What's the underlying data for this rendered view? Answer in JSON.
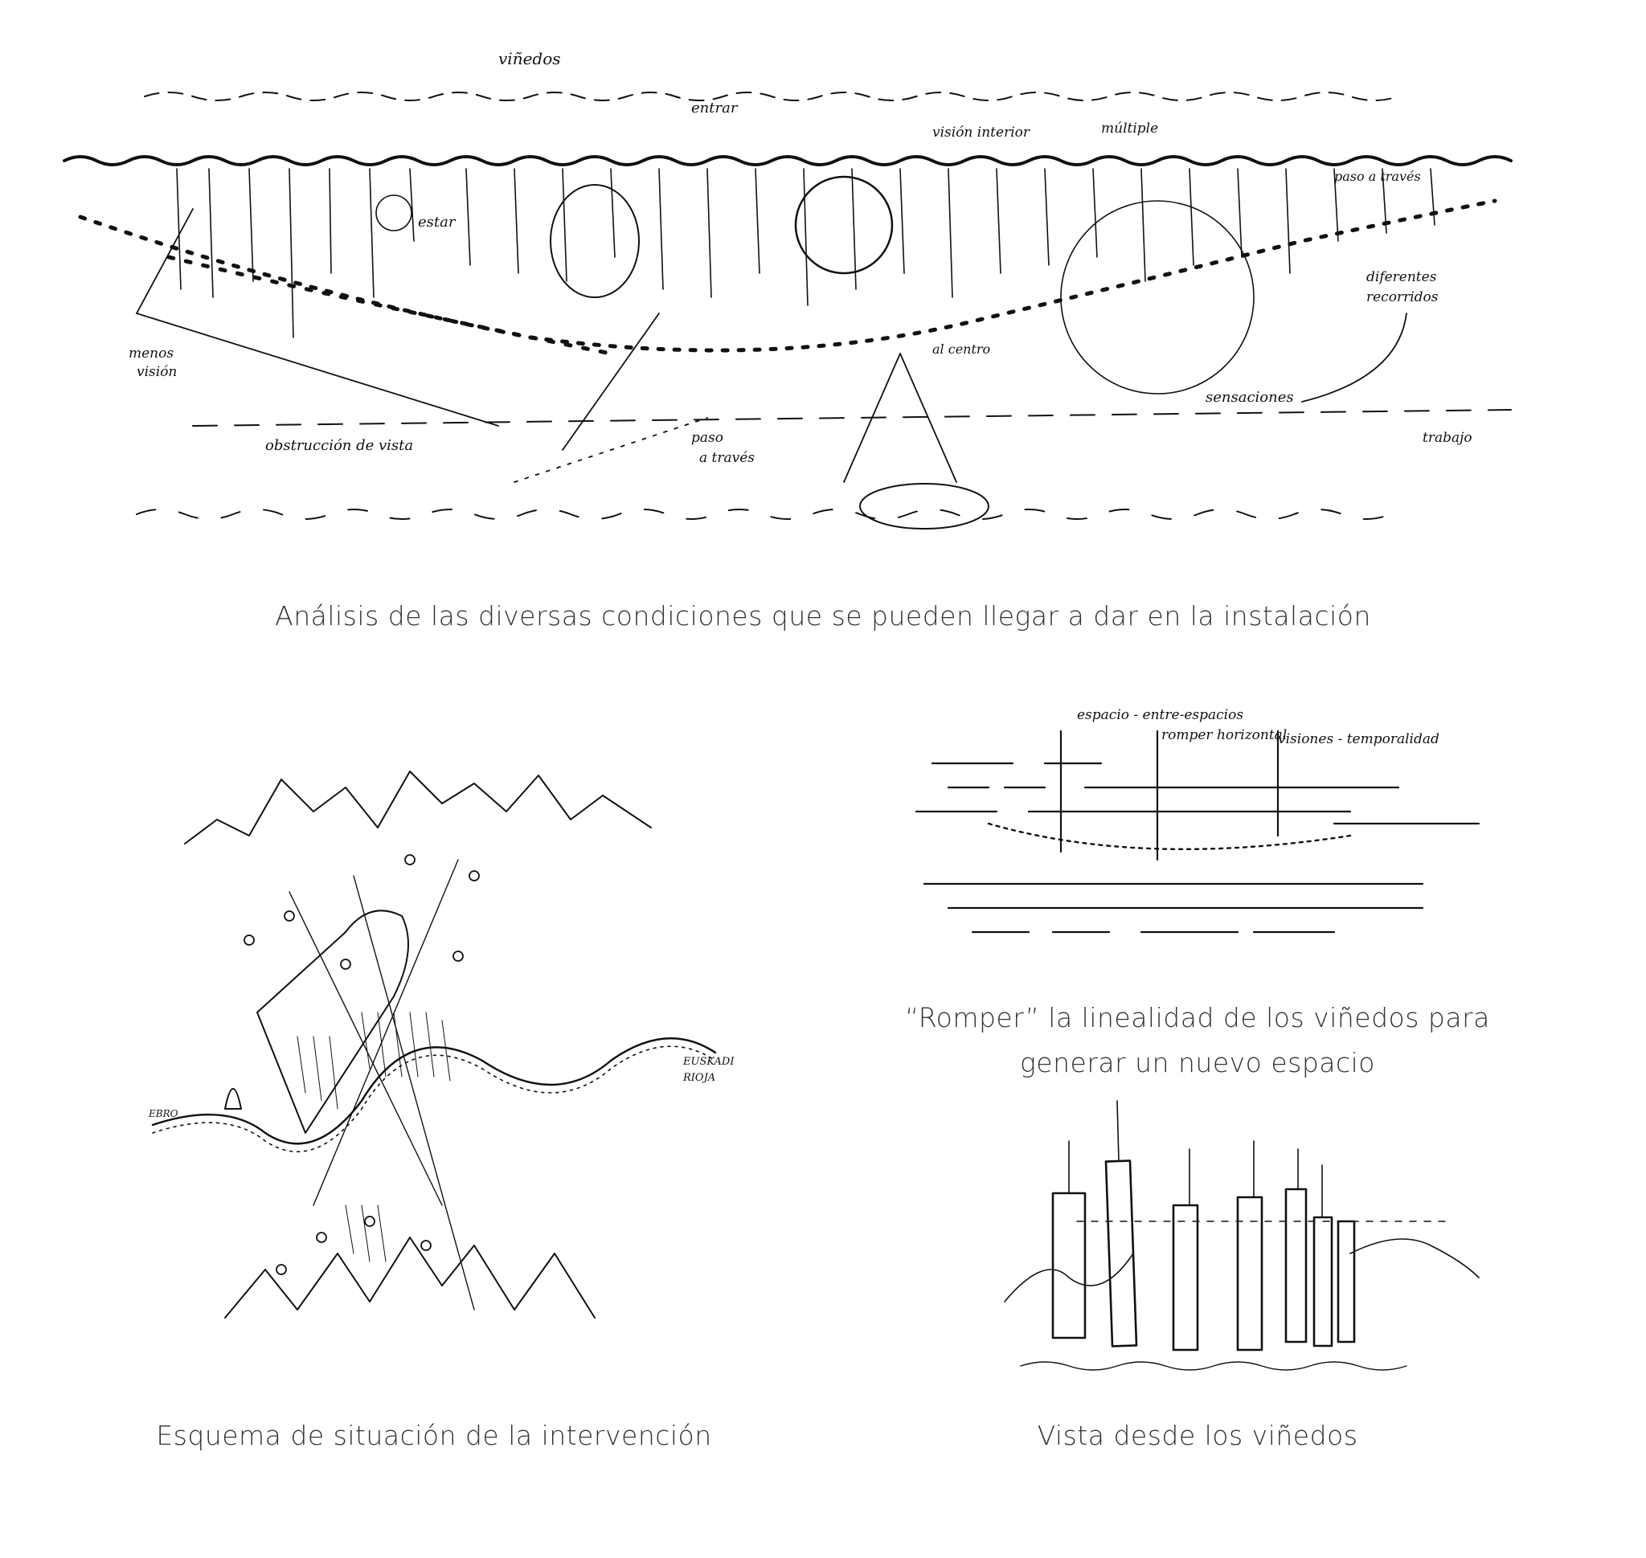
{
  "captions": {
    "top": "Análisis de las diversas condiciones que se pueden llegar a dar en la instalación",
    "middle_right_line1": "“Romper” la linealidad de los viñedos para",
    "middle_right_line2": "generar un nuevo espacio",
    "bottom_left": "Esquema de situación de la intervención",
    "bottom_right": "Vista desde los viñedos"
  },
  "sketch_analysis": {
    "labels": {
      "vinedos": "viñedos",
      "entrar": "entrar",
      "vision_interior": "visión interior",
      "multiple": "múltiple",
      "paso_a_traves_top": "paso a través",
      "estar": "estar",
      "diferentes": "diferentes",
      "recorridos": "recorridos",
      "menos": "menos",
      "vision": "visión",
      "obstruccion": "obstrucción de vista",
      "paso": "paso",
      "a_traves": "a través",
      "al_centro": "al centro",
      "sensaciones": "sensaciones",
      "trabajo": "trabajo"
    }
  },
  "sketch_romper": {
    "labels": {
      "espacio": "espacio - entre-espacios",
      "romper": "romper horizontal",
      "visiones": "visiones - temporalidad"
    }
  },
  "sketch_situacion": {
    "labels": {
      "euskadi": "EUSKADI",
      "rioja": "RIOJA",
      "ebro": "EBRO"
    }
  }
}
